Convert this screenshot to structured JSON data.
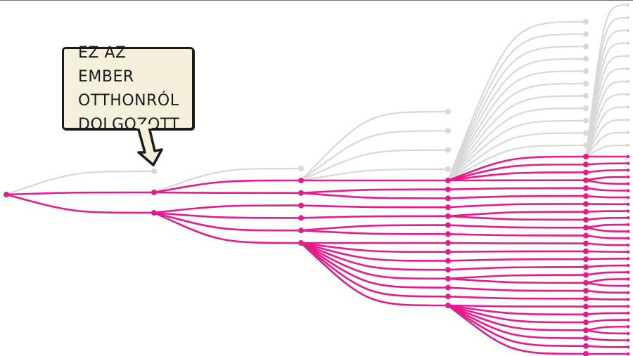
{
  "callout": {
    "lines": [
      "EZ AZ EMBER",
      "OTTHONRÓL",
      "DOLGOZOTT"
    ]
  },
  "diagram": {
    "colors": {
      "infected": "#e8198b",
      "healthy": "#d8d8d8",
      "outline": "#1b1b1b",
      "callout_bg": "#f5f0dc"
    },
    "generations": [
      {
        "infected": 1,
        "healthy": 0
      },
      {
        "infected": 2,
        "healthy": 1
      },
      {
        "infected": 6,
        "healthy": 1
      },
      {
        "infected": 15,
        "healthy": 4
      },
      {
        "infected": 26,
        "healthy": 11
      },
      {
        "infected": 30,
        "healthy": 12
      }
    ]
  }
}
